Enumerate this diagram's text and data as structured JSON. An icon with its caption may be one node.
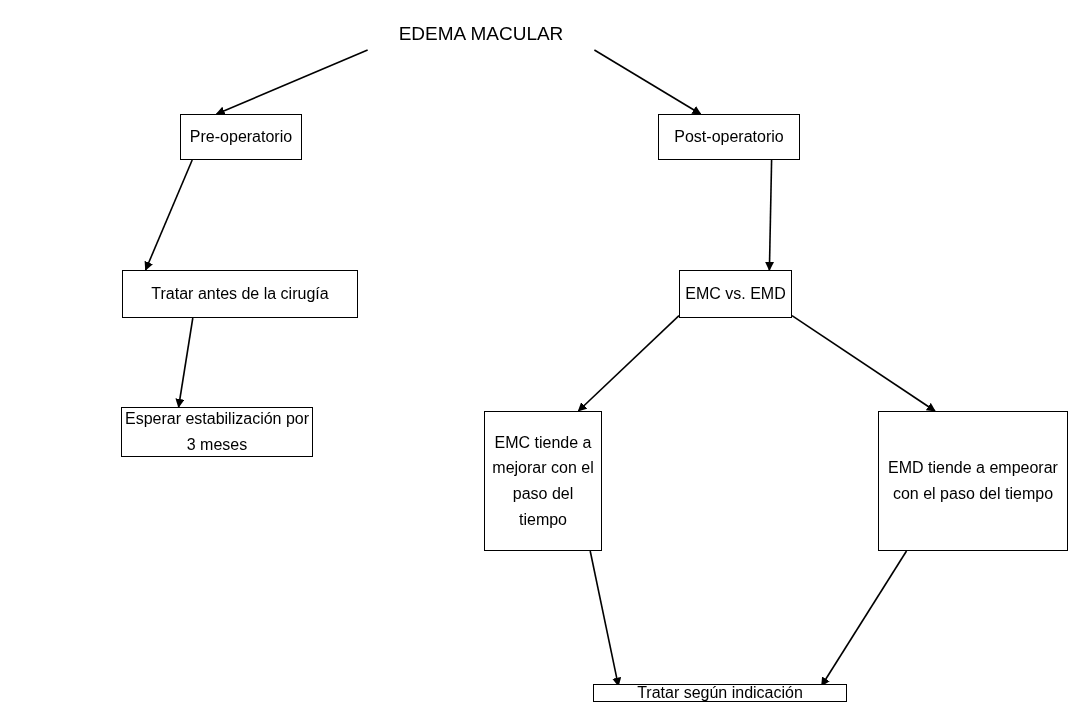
{
  "diagram": {
    "nodes": [
      {
        "text": [
          "EDEMA MACULAR"
        ]
      },
      {
        "text": [
          "Pre-operatorio"
        ]
      },
      {
        "text": [
          "Post-operatorio"
        ]
      },
      {
        "text": [
          "Tratar antes de la cirugía"
        ]
      },
      {
        "text": [
          "EMC vs. EMD"
        ]
      },
      {
        "text": [
          "Esperar estabilización por 3 meses"
        ]
      },
      {
        "text": [
          "EMC tiende a mejorar con el paso del tiempo"
        ]
      },
      {
        "text": [
          "EMD tiende a empeorar con el paso del tiempo"
        ]
      },
      {
        "text": [
          "Tratar según indicación"
        ]
      }
    ],
    "edges": [
      {
        "from": 0,
        "to": 1,
        "arrow": "to"
      },
      {
        "from": 0,
        "to": 2,
        "arrow": "to"
      },
      {
        "from": 1,
        "to": 3,
        "arrow": "to"
      },
      {
        "from": 2,
        "to": 4,
        "arrow": "to"
      },
      {
        "from": 3,
        "to": 5,
        "arrow": "to"
      },
      {
        "from": 4,
        "to": 6,
        "arrow": "to"
      },
      {
        "from": 4,
        "to": 7,
        "arrow": "to"
      },
      {
        "from": 6,
        "to": 8,
        "arrow": "to"
      },
      {
        "from": 7,
        "to": 8,
        "arrow": "to"
      }
    ]
  }
}
